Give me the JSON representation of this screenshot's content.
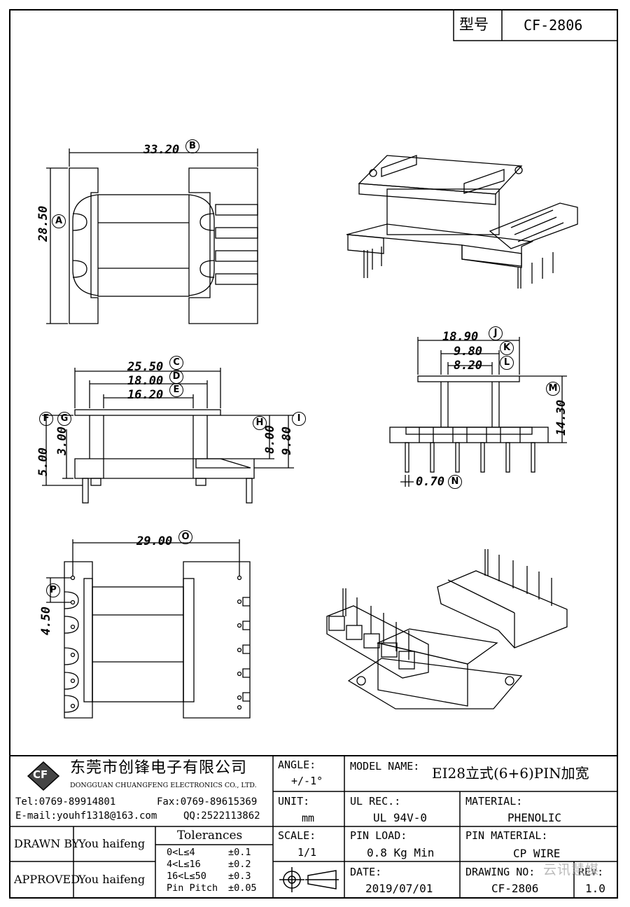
{
  "title_block": {
    "model_label": "型号",
    "model_value": "CF-2806"
  },
  "company": {
    "logo_text": "CF",
    "name_cn": "东莞市创锋电子有限公司",
    "name_en": "DONGGUAN CHUANGFENG ELECTRONICS CO., LTD.",
    "tel": "Tel:0769-89914801",
    "fax": "Fax:0769-89615369",
    "email": "E-mail:youhf1318@163.com",
    "qq": "QQ:2522113862"
  },
  "fields": {
    "angle_label": "ANGLE:",
    "angle_value": "+/-1°",
    "unit_label": "UNIT:",
    "unit_value": "mm",
    "scale_label": "SCALE:",
    "scale_value": "1/1",
    "model_name_label": "MODEL NAME:",
    "model_name_value": "EI28立式(6+6)PIN加宽",
    "ul_rec_label": "UL REC.:",
    "ul_rec_value": "UL 94V-0",
    "material_label": "MATERIAL:",
    "material_value": "PHENOLIC",
    "pin_load_label": "PIN LOAD:",
    "pin_load_value": "0.8 Kg Min",
    "pin_material_label": "PIN MATERIAL:",
    "pin_material_value": "CP WIRE",
    "date_label": "DATE:",
    "date_value": "2019/07/01",
    "drawing_no_label": "DRAWING NO:",
    "drawing_no_value": "CF-2806",
    "rev_label": "REV:",
    "rev_value": "1.0"
  },
  "people": {
    "drawn_by_label": "DRAWN BY",
    "drawn_by_value": "You haifeng",
    "approved_label": "APPROVED",
    "approved_value": "You haifeng"
  },
  "tolerances": {
    "title": "Tolerances",
    "rows": [
      {
        "range": "0<L≤4",
        "tol": "±0.1"
      },
      {
        "range": "4<L≤16",
        "tol": "±0.2"
      },
      {
        "range": "16<L≤50",
        "tol": "±0.3"
      },
      {
        "range": "Pin Pitch",
        "tol": "±0.05"
      }
    ]
  },
  "dimensions": {
    "A": {
      "value": "28.50",
      "tag": "A"
    },
    "B": {
      "value": "33.20",
      "tag": "B"
    },
    "C": {
      "value": "25.50",
      "tag": "C"
    },
    "D": {
      "value": "18.00",
      "tag": "D"
    },
    "E": {
      "value": "16.20",
      "tag": "E"
    },
    "F": {
      "value": "5.00",
      "tag": "F"
    },
    "G": {
      "value": "3.00",
      "tag": "G"
    },
    "H": {
      "value": "8.00",
      "tag": "H"
    },
    "I": {
      "value": "9.80",
      "tag": "I"
    },
    "J": {
      "value": "18.90",
      "tag": "J"
    },
    "K": {
      "value": "9.80",
      "tag": "K"
    },
    "L": {
      "value": "8.20",
      "tag": "L"
    },
    "M": {
      "value": "14.30",
      "tag": "M"
    },
    "N": {
      "value": "0.70",
      "tag": "N"
    },
    "O": {
      "value": "29.00",
      "tag": "O"
    },
    "P": {
      "value": "4.50",
      "tag": "P"
    }
  },
  "watermark": "云讯慧媒"
}
